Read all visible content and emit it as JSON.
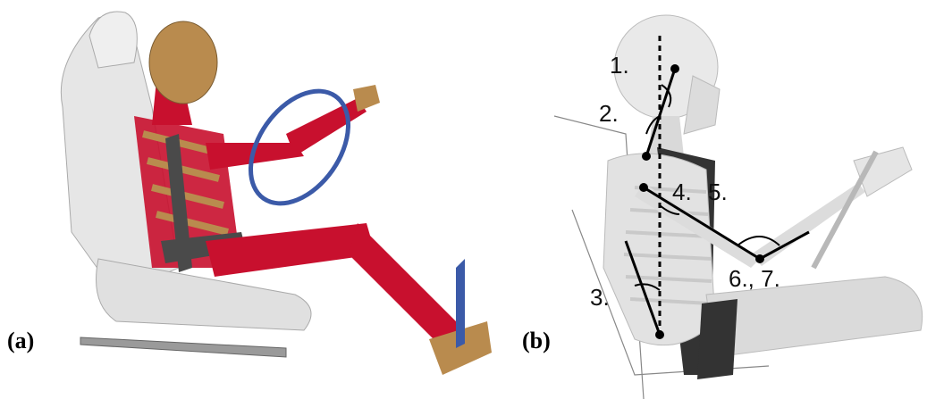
{
  "figure": {
    "panel_a": {
      "label": "(a)"
    },
    "panel_b": {
      "label": "(b)",
      "annotations": [
        "1.",
        "2.",
        "3.",
        "4.",
        "5.",
        "6., 7."
      ]
    }
  },
  "colors": {
    "muscle": "#c8102e",
    "bone": "#b98b4e",
    "seat": "#e6e6e6",
    "steering": "#3b5aa8",
    "belt": "#4a4a4a"
  }
}
